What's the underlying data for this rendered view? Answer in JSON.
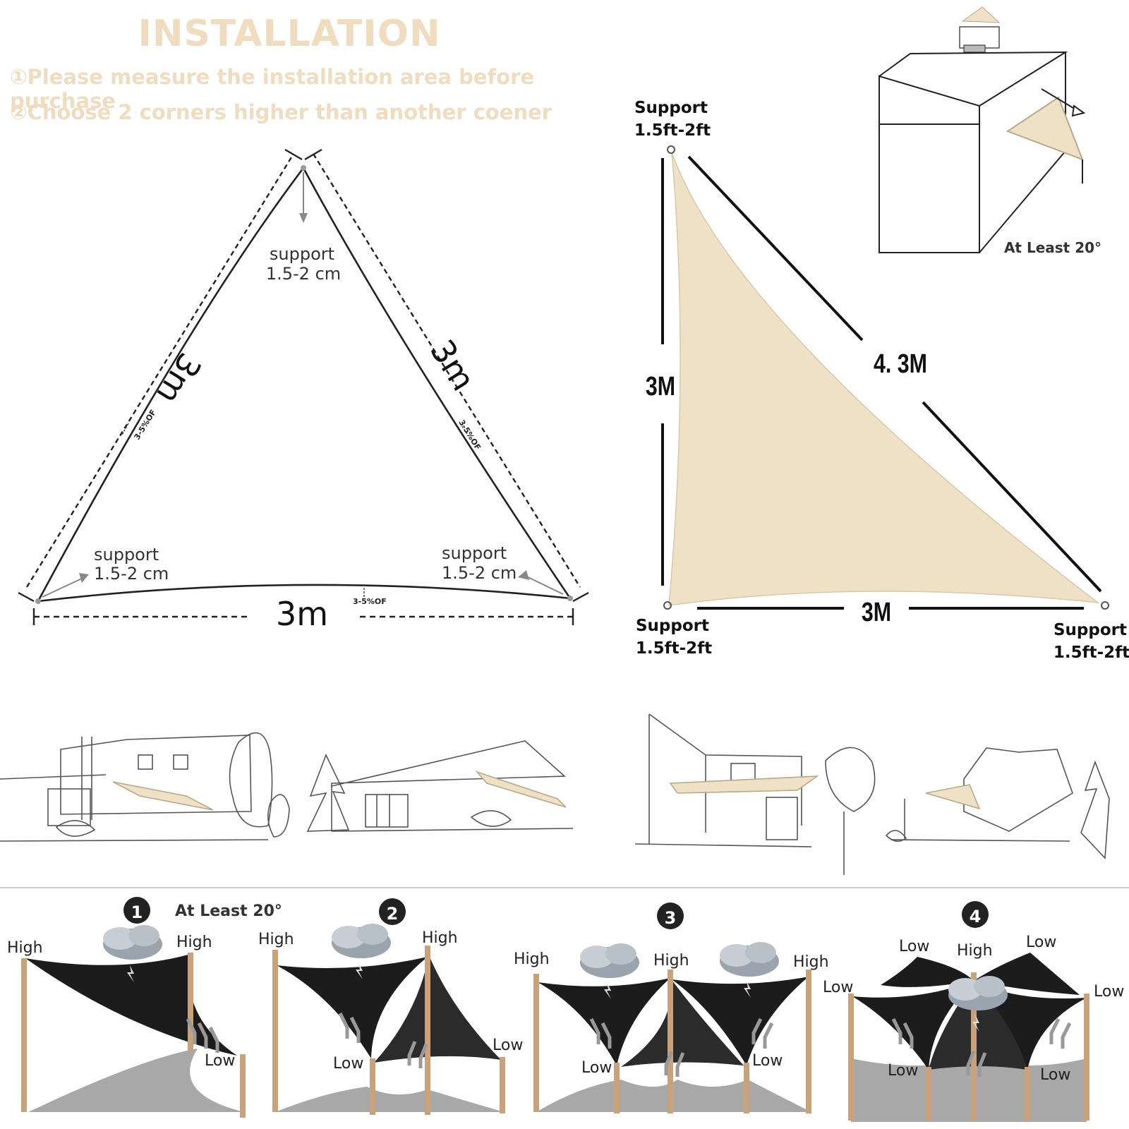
{
  "header": {
    "title": "INSTALLATION",
    "line1": "①Please measure the installation area before purchase",
    "line2": "②Choose 2 corners higher than another coener"
  },
  "left_diagram": {
    "side_left": "3m",
    "side_right": "3m",
    "side_bottom": "3m",
    "slack_note": "3-5%OF",
    "support_label": "support",
    "support_value": "1.5-2 cm"
  },
  "right_diagram": {
    "vertical_side": "3M",
    "bottom_side": "3M",
    "hypotenuse": "4. 3M",
    "support_label": "Support",
    "support_value": "1.5ft-2ft",
    "angle_note": "At Least 20°",
    "sail_color": "#efe1c6"
  },
  "drainage_section": {
    "step_numbers": [
      "1",
      "2",
      "3",
      "4"
    ],
    "angle_note": "At Least 20°",
    "high": "High",
    "low": "Low",
    "sail_color": "#1c1c1c",
    "pole_color": "#c9a27a"
  }
}
